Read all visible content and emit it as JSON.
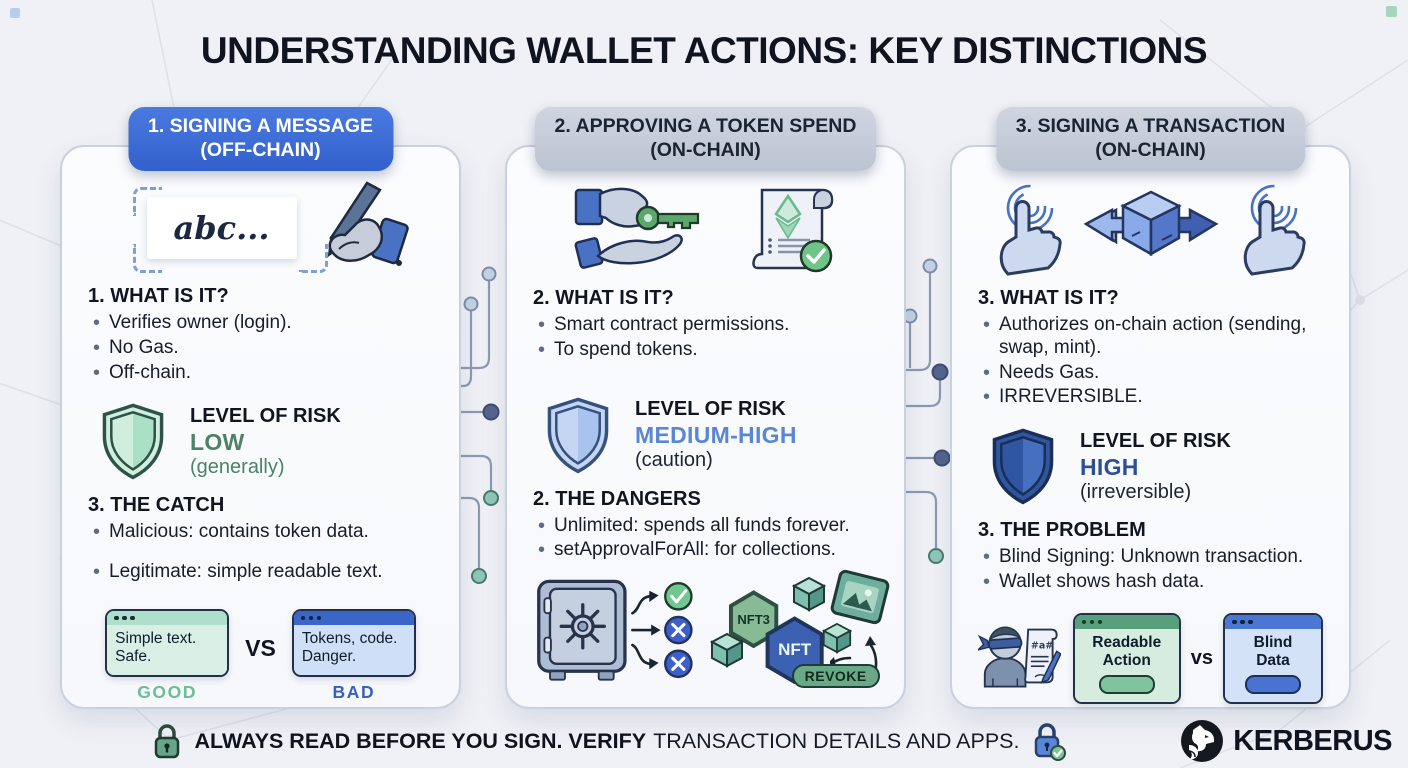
{
  "title": "UNDERSTANDING WALLET ACTIONS: KEY DISTINCTIONS",
  "columns": [
    {
      "header": {
        "line1": "1. SIGNING A MESSAGE",
        "line2": "(OFF-CHAIN)"
      },
      "illustration": {
        "icon": "signature-hand-pen-icon",
        "signature_text": "abc..."
      },
      "what": {
        "heading": "1. WHAT IS IT?",
        "bullets": [
          "Verifies owner (login).",
          "No Gas.",
          "Off-chain."
        ]
      },
      "risk": {
        "label": "LEVEL OF RISK",
        "level": "LOW",
        "note": "(generally)",
        "level_color": "#4d8169"
      },
      "detail": {
        "heading": "3. THE CATCH",
        "bullets": [
          "Malicious: contains token data.",
          "Legitimate: simple readable text."
        ]
      },
      "comparison": {
        "left_window": {
          "line1": "Simple text.",
          "line2": "Safe.",
          "label": "GOOD"
        },
        "vs": "VS",
        "right_window": {
          "line1": "Tokens, code.",
          "line2": "Danger.",
          "label": "BAD"
        }
      }
    },
    {
      "header": {
        "line1": "2. APPROVING A TOKEN SPEND",
        "line2": "(ON-CHAIN)"
      },
      "illustration": {
        "icon": "hand-key-and-contract-icon"
      },
      "what": {
        "heading": "2. WHAT IS IT?",
        "bullets": [
          "Smart contract permissions.",
          "To spend tokens."
        ]
      },
      "risk": {
        "label": "LEVEL OF RISK",
        "level": "MEDIUM-HIGH",
        "note": "(caution)",
        "level_color": "#5b86d8"
      },
      "detail": {
        "heading": "2. THE DANGERS",
        "bullets": [
          "Unlimited: spends all funds forever.",
          "setApprovalForAll: for collections."
        ]
      },
      "vault_scene": {
        "icon": "vault-permissions-icon",
        "nft_small_label": "NFT3",
        "nft_big_label": "NFT",
        "revoke_label": "REVOKE"
      }
    },
    {
      "header": {
        "line1": "3. SIGNING A TRANSACTION",
        "line2": "(ON-CHAIN)"
      },
      "illustration": {
        "icon": "fingerprint-cube-transfer-icon"
      },
      "what": {
        "heading": "3. WHAT IS IT?",
        "bullets": [
          "Authorizes on-chain action (sending, swap, mint).",
          "Needs Gas.",
          "IRREVERSIBLE."
        ]
      },
      "risk": {
        "label": "LEVEL OF RISK",
        "level": "HIGH",
        "note": "(irreversible)",
        "level_color": "#2d4f97"
      },
      "detail": {
        "heading": "3. THE PROBLEM",
        "bullets": [
          "Blind Signing: Unknown transaction.",
          "Wallet shows hash data."
        ]
      },
      "comparison": {
        "left_window": {
          "line1": "Readable",
          "line2": "Action"
        },
        "vs": "vs",
        "right_window": {
          "line1": "Blind",
          "line2": "Data"
        }
      },
      "blind_doc_text": "#a#"
    }
  ],
  "footer": {
    "strong_text": "ALWAYS READ BEFORE YOU SIGN. VERIFY",
    "regular_text": "TRANSACTION DETAILS AND APPS.",
    "brand": "KERBERUS"
  },
  "colors": {
    "header_blue": "#3a6fd8",
    "header_silver": "#c7cdd9",
    "risk_low": "#4d8169",
    "risk_medium_high": "#5b86d8",
    "risk_high": "#2d4f97",
    "good_label": "#6cbe97",
    "bad_label": "#3a5fc5",
    "revoke_green": "#6aa987"
  }
}
